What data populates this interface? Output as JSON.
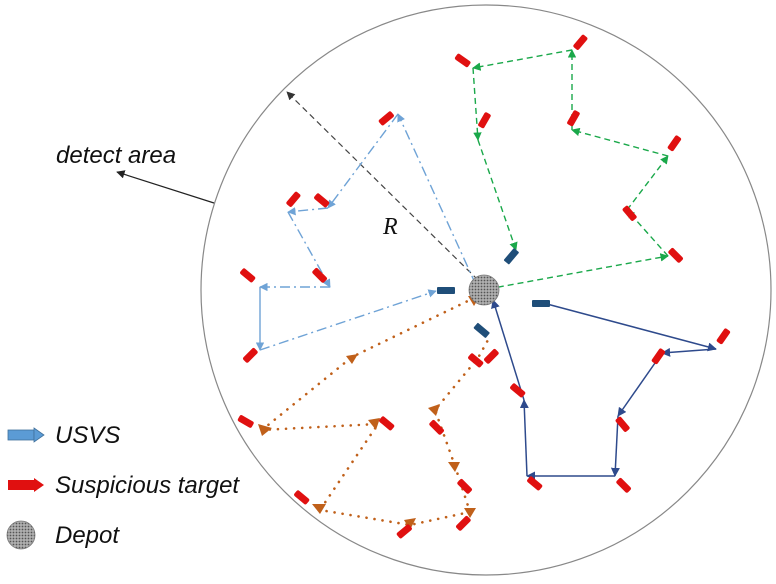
{
  "labels": {
    "detect_area": "detect area",
    "radius": "R"
  },
  "legend": {
    "usvs": "USVS",
    "suspicious_target": "Suspicious target",
    "depot": "Depot"
  },
  "colors": {
    "circle": "#888888",
    "target": "#e01010",
    "usv": "#1f4e79",
    "route_green": "#1aa84a",
    "route_light_blue": "#6fa3d6",
    "route_navy": "#2e4a8c",
    "route_orange": "#c0601a",
    "depot": "#9a9a9a"
  }
}
